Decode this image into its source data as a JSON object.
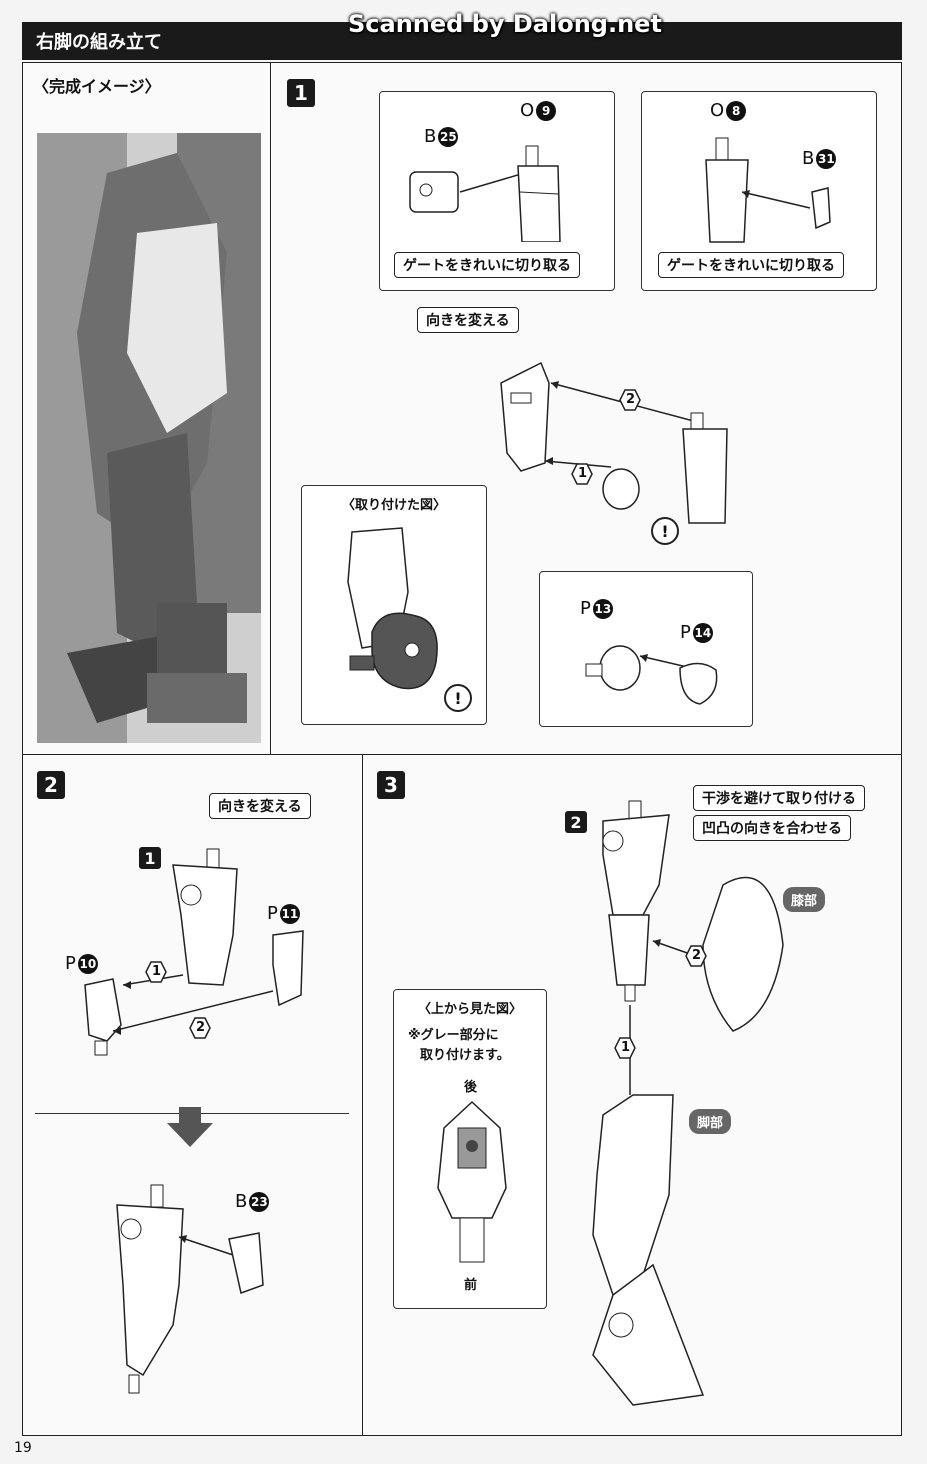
{
  "header": {
    "title": "右脚の組み立て",
    "watermark": "Scanned by Dalong.net"
  },
  "image_box": {
    "label": "〈完成イメージ〉"
  },
  "steps": {
    "s1": {
      "num": "1",
      "box_a": {
        "part_b": "B",
        "part_b_num": "25",
        "part_o": "O",
        "part_o_num": "9",
        "note": "ゲートをきれいに切り取る"
      },
      "box_b": {
        "part_o": "O",
        "part_o_num": "8",
        "part_b": "B",
        "part_b_num": "31",
        "note": "ゲートをきれいに切り取る"
      },
      "turn_label": "向きを変える",
      "seq": [
        "1",
        "2"
      ],
      "attached_label": "〈取り付けた図〉",
      "box_c": {
        "p13": "P",
        "p13_num": "13",
        "p14": "P",
        "p14_num": "14"
      },
      "alert": "!"
    },
    "s2": {
      "num": "2",
      "turn_label": "向きを変える",
      "ref_num": "1",
      "p11": "P",
      "p11_num": "11",
      "p10": "P",
      "p10_num": "10",
      "b23": "B",
      "b23_num": "23",
      "seq": [
        "1",
        "2"
      ]
    },
    "s3": {
      "num": "3",
      "ref_num": "2",
      "note1": "干渉を避けて取り付ける",
      "note2": "凹凸の向きを合わせる",
      "knee": "膝部",
      "leg": "脚部",
      "seq": [
        "1",
        "2"
      ],
      "topview": {
        "title": "〈上から見た図〉",
        "line1": "※グレー部分に",
        "line2": "取り付けます。",
        "back": "後",
        "front": "前"
      }
    }
  },
  "page_number": "19"
}
